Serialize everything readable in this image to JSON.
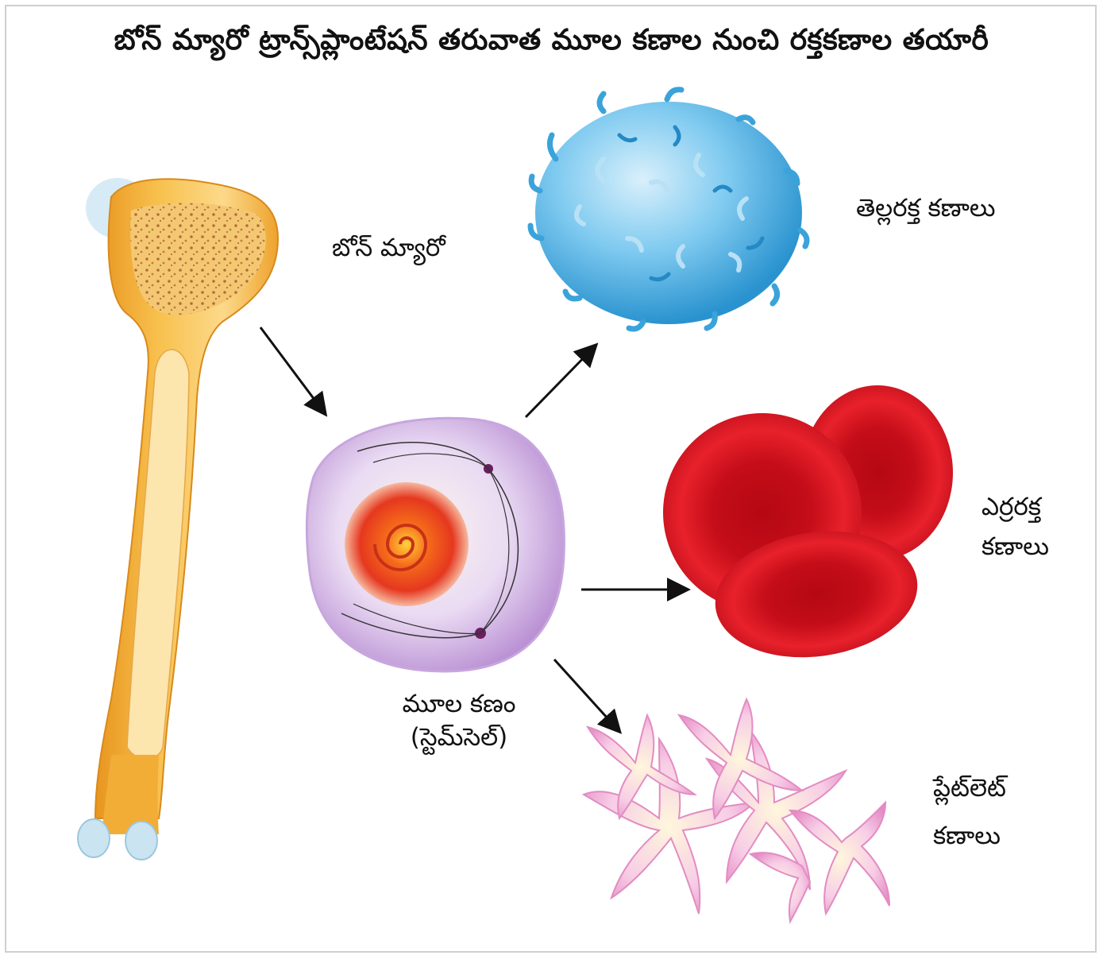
{
  "title": "బోన్ మ్యారో ట్రాన్స్‌ప్లాంటేషన్ తరువాత మూల కణాల నుంచి రక్తకణాల తయారీ",
  "labels": {
    "bone_marrow": "బోన్ మ్యారో",
    "stem_cell_line1": "మూల కణం",
    "stem_cell_line2": "(స్టెమ్‌సెల్)",
    "white_cells": "తెల్లరక్త కణాలు",
    "red_cells_line1": "ఎర్రరక్త",
    "red_cells_line2": "కణాలు",
    "platelets_line1": "ప్లేట్‌లెట్",
    "platelets_line2": "కణాలు"
  },
  "colors": {
    "bone": "#f6b63a",
    "bone_inner": "#fde3a8",
    "marrow": "#f2c66f",
    "marrow_dots": "#a0522d",
    "stem_cell": "#dcc8ea",
    "stem_nucleus": "#e94b1d",
    "white_cell": "#4fb3e3",
    "red_cell": "#d0101c",
    "platelet": "#f0a8d8",
    "arrow": "#111111"
  },
  "icons": [
    "bone-illustration",
    "stem-cell-illustration",
    "white-blood-cell-illustration",
    "red-blood-cells-illustration",
    "platelets-illustration",
    "arrow"
  ]
}
